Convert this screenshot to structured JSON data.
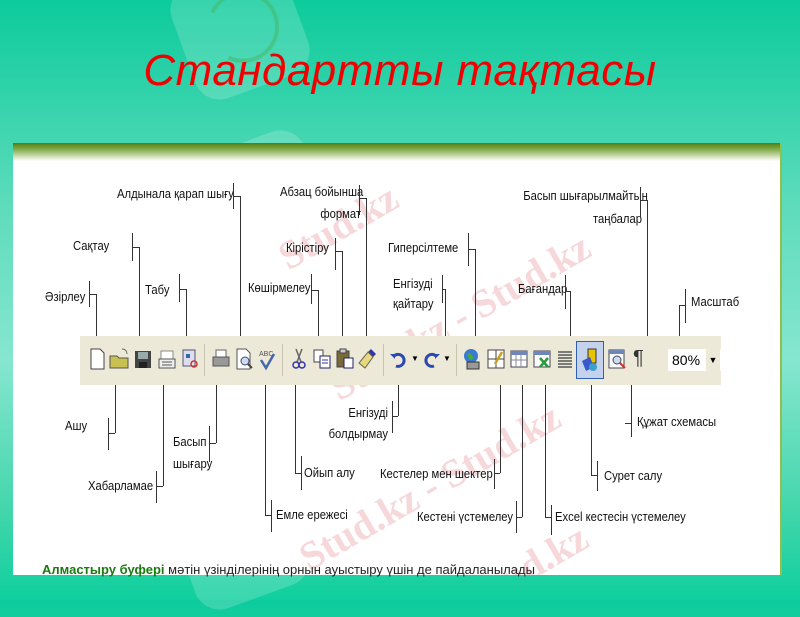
{
  "slide": {
    "title": "Стандартты тақтасы",
    "watermark": "Stud.kz - Stud.kz",
    "bottom_text_bold": "Алмастыру буфері",
    "bottom_text_rest": " мәтін үзінділерінің орнын ауыстыру үшін де пайдаланылады"
  },
  "toolbar": {
    "zoom_value": "80%",
    "buttons": [
      {
        "name": "new-document",
        "label": "Әзірлеу"
      },
      {
        "name": "open",
        "label": "Ашу"
      },
      {
        "name": "save",
        "label": "Сақтау"
      },
      {
        "name": "mail",
        "label": "Хабарламае"
      },
      {
        "name": "find",
        "label": "Табу"
      },
      {
        "name": "print",
        "label": "Басып шығару"
      },
      {
        "name": "print-preview",
        "label": "Алдынала қарап шығу"
      },
      {
        "name": "spelling",
        "label": "Емле ережесі"
      },
      {
        "name": "cut",
        "label": "Ойып алу"
      },
      {
        "name": "copy",
        "label": "Көшірмелеу"
      },
      {
        "name": "paste",
        "label": "Кірістіру"
      },
      {
        "name": "format-painter",
        "label": "Абзац бойынша формат"
      },
      {
        "name": "undo",
        "label": "Енгізуді болдырмау"
      },
      {
        "name": "redo",
        "label": "Енгізуді қайтару"
      },
      {
        "name": "hyperlink",
        "label": "Гиперсілтеме"
      },
      {
        "name": "tables-borders",
        "label": "Кестелер мен шектер"
      },
      {
        "name": "insert-table",
        "label": "Кестені үстемелеу"
      },
      {
        "name": "insert-excel",
        "label": "Excel кестесін үстемелеу"
      },
      {
        "name": "columns",
        "label": "Бағандар"
      },
      {
        "name": "drawing",
        "label": "Сурет салу"
      },
      {
        "name": "document-map",
        "label": "Құжат схемасы"
      },
      {
        "name": "show-hide",
        "label": "Басып шығарылмайтын таңбалар"
      },
      {
        "name": "zoom",
        "label": "Масштаб"
      }
    ]
  },
  "labels": {
    "new": "Әзірлеу",
    "save": "Сақтау",
    "find": "Табу",
    "preview": "Алдынала қарап шығу",
    "copy": "Көшірмелеу",
    "paste": "Кірістіру",
    "format_l1": "Абзац бойынша",
    "format_l2": "формат",
    "hyperlink": "Гиперсілтеме",
    "redo_l1": "Енгізуді",
    "redo_l2": "қайтару",
    "columns": "Бағандар",
    "nonprint_l1": "Басып шығарылмайтын",
    "nonprint_l2": "таңбалар",
    "zoom": "Масштаб",
    "open": "Ашу",
    "mail": "Хабарламае",
    "print_l1": "Басып",
    "print_l2": "шығару",
    "spelling": "Емле ережесі",
    "cut": "Ойып алу",
    "undo_l1": "Енгізуді",
    "undo_l2": "болдырмау",
    "tables": "Кестелер мен  шектер",
    "insert_table": "Кестені үстемелеу",
    "insert_excel": "Excel кестесін үстемелеу",
    "drawing": "Сурет салу",
    "docmap": "Құжат схемасы"
  },
  "colors": {
    "title": "#f00000",
    "toolbar_bg": "#ece9d8",
    "panel_header": "#4f7e10",
    "background": "#0ccb9c"
  }
}
